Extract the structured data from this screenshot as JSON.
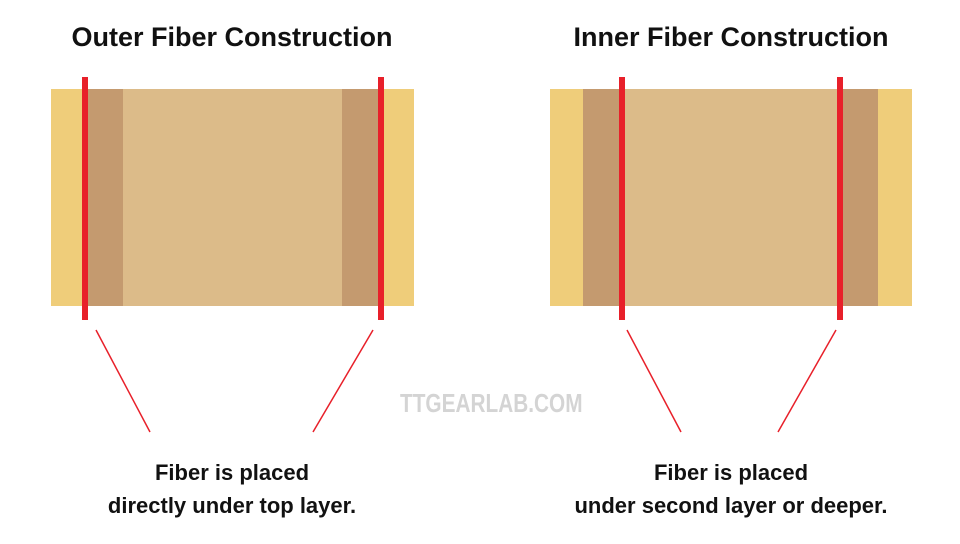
{
  "left": {
    "title": "Outer Fiber Construction",
    "caption_line1": "Fiber is placed",
    "caption_line2": "directly under top layer."
  },
  "right": {
    "title": "Inner Fiber Construction",
    "caption_line1": "Fiber is placed",
    "caption_line2": "under second layer or deeper."
  },
  "watermark": "TTGEARLAB.COM",
  "colors": {
    "top_layer": "#efcd7a",
    "second_layer": "#c49a6f",
    "core": "#dcbb89",
    "fiber": "#e8202a"
  }
}
